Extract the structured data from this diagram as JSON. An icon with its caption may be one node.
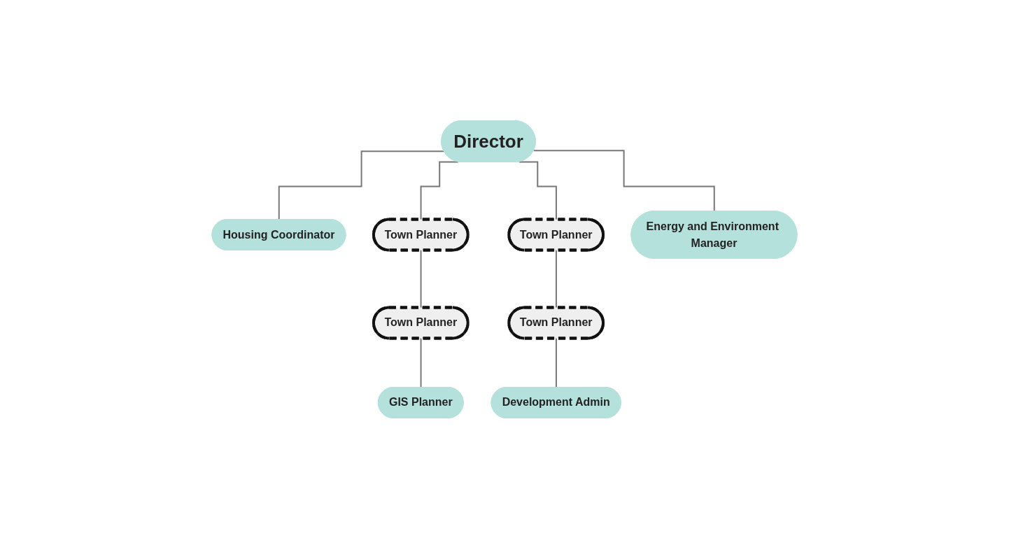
{
  "diagram": {
    "nodes": [
      {
        "text": [
          "Director"
        ]
      },
      {
        "text": [
          "Housing Coordinator"
        ]
      },
      {
        "text": [
          "Town Planner"
        ]
      },
      {
        "text": [
          "Town Planner"
        ]
      },
      {
        "text": [
          "Energy and Environment Manager"
        ]
      },
      {
        "text": [
          "Town Planner"
        ]
      },
      {
        "text": [
          "Town Planner"
        ]
      },
      {
        "text": [
          "GIS Planner"
        ]
      },
      {
        "text": [
          "Development Admin"
        ]
      }
    ],
    "edges": [
      {
        "from": 0,
        "to": 1,
        "arrow": "none"
      },
      {
        "from": 0,
        "to": 2,
        "arrow": "none"
      },
      {
        "from": 0,
        "to": 3,
        "arrow": "none"
      },
      {
        "from": 0,
        "to": 4,
        "arrow": "none"
      },
      {
        "from": 2,
        "to": 5,
        "arrow": "none"
      },
      {
        "from": 3,
        "to": 6,
        "arrow": "none"
      },
      {
        "from": 5,
        "to": 7,
        "arrow": "none"
      },
      {
        "from": 6,
        "to": 8,
        "arrow": "none"
      }
    ]
  }
}
